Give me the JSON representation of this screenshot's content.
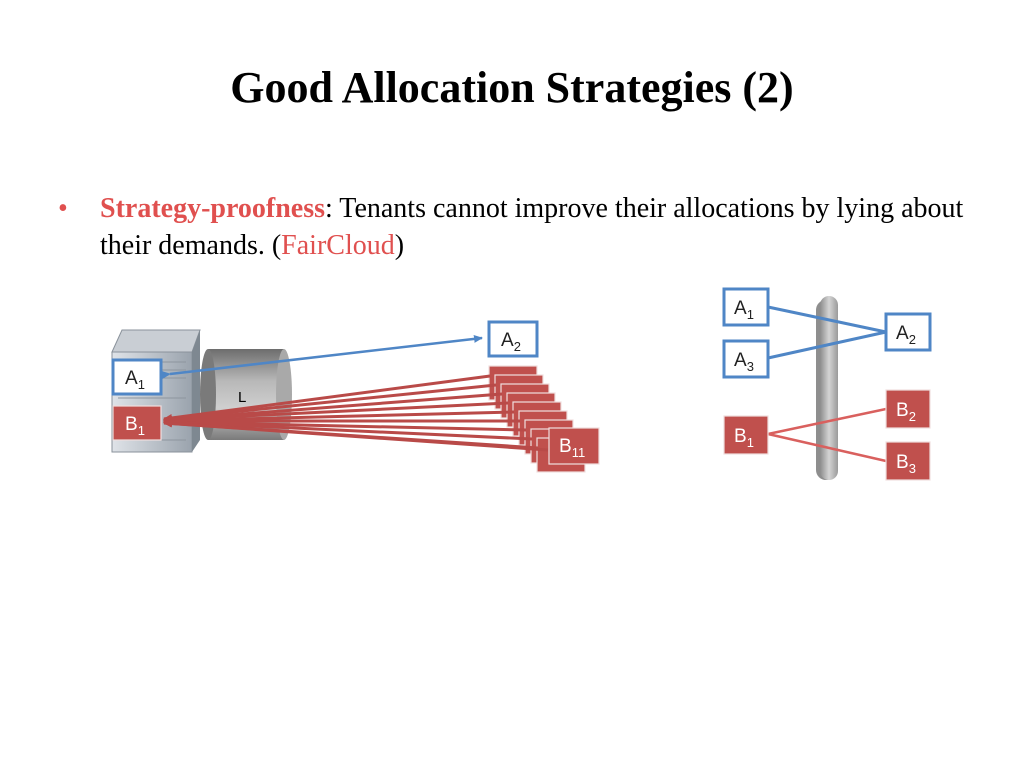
{
  "slide": {
    "title": "Good Allocation Strategies (2)",
    "bullet": {
      "symbol": "•",
      "term": "Strategy-proofness",
      "text1": ": Tenants cannot improve their allocations by lying about their demands. (",
      "ref": "FairCloud",
      "text2": ")"
    }
  },
  "colors": {
    "accent_red": "#e0504f",
    "tenant_a_blue": "#4f86c6",
    "tenant_b_red": "#c0504d",
    "link_red": "#b94a48"
  },
  "left_diagram": {
    "link_label": "L",
    "a1": {
      "base": "A",
      "sub": "1"
    },
    "b1": {
      "base": "B",
      "sub": "1"
    },
    "a2": {
      "base": "A",
      "sub": "2"
    },
    "b11": {
      "base": "B",
      "sub": "11"
    }
  },
  "right_diagram": {
    "a1": {
      "base": "A",
      "sub": "1"
    },
    "a3": {
      "base": "A",
      "sub": "3"
    },
    "a2": {
      "base": "A",
      "sub": "2"
    },
    "b1": {
      "base": "B",
      "sub": "1"
    },
    "b2": {
      "base": "B",
      "sub": "2"
    },
    "b3": {
      "base": "B",
      "sub": "3"
    }
  }
}
